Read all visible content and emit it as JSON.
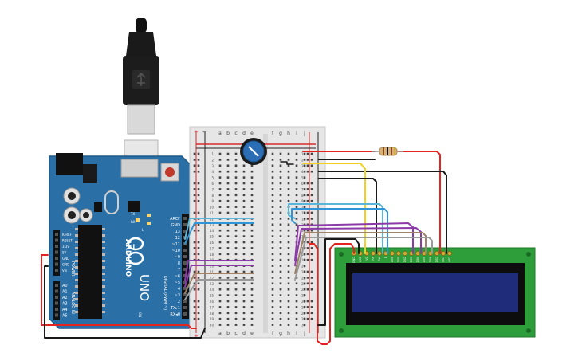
{
  "colors": {
    "background": "#ffffff",
    "arduino_board": "#2a6fa5",
    "arduino_text": "#ffffff",
    "breadboard": "#e6e6e6",
    "rail_red": "#d62b2b",
    "rail_black": "#222222",
    "lcd_pcb": "#2e9e3a",
    "lcd_screen": "#1e2c7a",
    "lcd_frame": "#0d0d0d",
    "pot_knob": "#2c6eb5",
    "resistor": "#d8b27a",
    "usb_cable": "#111111",
    "usb_plug": "#e8e8e8",
    "wire_red": "#e52421",
    "wire_black": "#1a1a1a",
    "wire_yellow": "#f4d21c",
    "wire_cyan": "#5ab6d8",
    "wire_blue": "#2e95d6",
    "wire_purple": "#8b3aa8",
    "wire_brown": "#a0846a",
    "wire_gray": "#9a9a9a",
    "wire_white": "#e8e8e8"
  },
  "arduino": {
    "brand": "ARDUINO",
    "model": "UNO",
    "digital_label": "DIGITAL (PWM ~)",
    "power_label": "POWER",
    "analog_label": "ANALOG IN",
    "on_label": "ON",
    "led_l": "L",
    "led_tx": "TX",
    "led_rx": "RX",
    "digital_pins": [
      "AREF",
      "GND",
      "13",
      "12",
      "~11",
      "~10",
      "~9",
      "8",
      "7",
      "~6",
      "~5",
      "4",
      "~3",
      "2",
      "TX▸1",
      "RX◂0"
    ],
    "power_pins": [
      "IOREF",
      "RESET",
      "3.3V",
      "5V",
      "GND",
      "GND",
      "Vin"
    ],
    "analog_pins": [
      "A0",
      "A1",
      "A2",
      "A3",
      "A4",
      "A5"
    ]
  },
  "breadboard": {
    "columns_left": [
      "a",
      "b",
      "c",
      "d",
      "e"
    ],
    "columns_right": [
      "f",
      "g",
      "h",
      "i",
      "j"
    ],
    "rows": [
      "1",
      "2",
      "3",
      "4",
      "5",
      "6",
      "7",
      "8",
      "9",
      "10",
      "11",
      "12",
      "13",
      "14",
      "15",
      "16",
      "17",
      "18",
      "19",
      "20",
      "21",
      "22",
      "23",
      "24",
      "25",
      "26",
      "27",
      "28",
      "29",
      "30"
    ],
    "rail_plus": "+",
    "rail_minus": "−"
  },
  "lcd": {
    "pin_labels": [
      "GND",
      "VCC",
      "V0",
      "RS",
      "RW",
      "E",
      "DB0",
      "DB1",
      "DB2",
      "DB3",
      "DB4",
      "DB5",
      "DB6",
      "DB7",
      "LED",
      "LED"
    ]
  }
}
